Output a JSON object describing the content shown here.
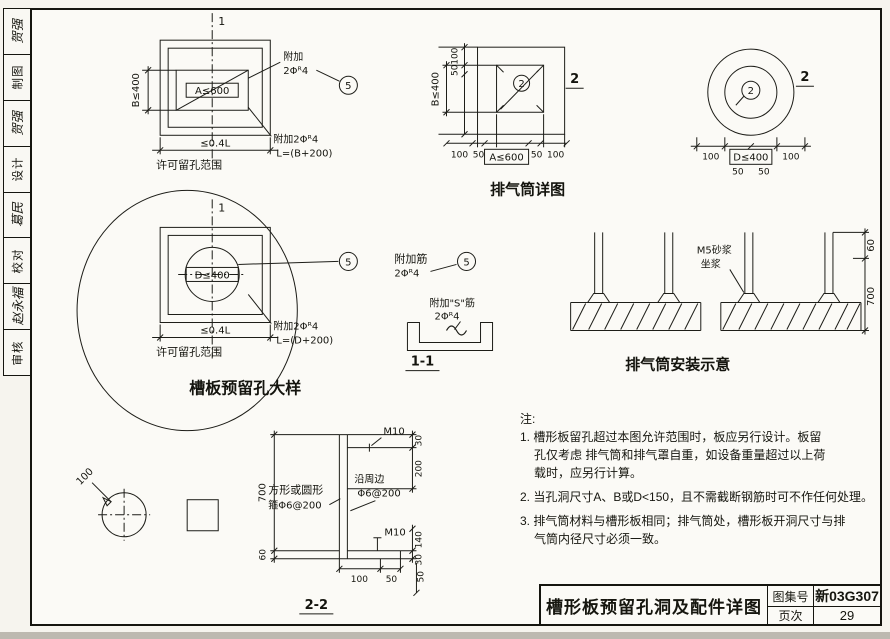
{
  "signoff": {
    "cells": [
      "贺强",
      "制图",
      "贺强",
      "设计",
      "葛民",
      "校对",
      "赵永福",
      "审核"
    ]
  },
  "detailA": {
    "section_mark": "1",
    "hole_label": "A≤600",
    "dim_b": "B≤400",
    "leader_l1": "附加",
    "leader_l2": "2Φᴿ4",
    "bubble": "5",
    "dim_04l": "≤0.4L",
    "caption": "许可留孔范围",
    "note_l1": "附加2Φᴿ4",
    "note_l2": "L=(B+200)"
  },
  "detailB": {
    "section_mark": "1",
    "hole_label": "D≤400",
    "bubble": "5",
    "dim_04l": "≤0.4L",
    "caption": "许可留孔范围",
    "note_l1": "附加2Φᴿ4",
    "note_l2": "L=(D+200)",
    "title": "槽板预留孔大样"
  },
  "ventSquare": {
    "dim_left_100": "100",
    "dim_left_50": "50",
    "dim_left_outer": "B≤400",
    "bubble": "2",
    "section_label": "2",
    "bottom_dims": [
      "100",
      "50",
      "A≤600",
      "50",
      "100"
    ],
    "title": "排气筒详图"
  },
  "ventRound": {
    "bubble": "2",
    "section_label": "2",
    "dim_100_left": "100",
    "dim_d": "D≤400",
    "dim_100_right": "100",
    "dim_50_a": "50",
    "dim_50_b": "50"
  },
  "section11": {
    "label": "1-1",
    "add_l1": "附加筋",
    "add_l2": "2Φᴿ4",
    "bubble": "5",
    "s_l1": "附加\"S\"筋",
    "s_l2": "2Φᴿ4"
  },
  "install": {
    "title": "排气筒安装示意",
    "mortar_l1": "M5砂浆",
    "mortar_l2": "坐浆",
    "dim_60": "60",
    "dim_700": "700"
  },
  "section22": {
    "label": "2-2",
    "m10_top": "M10",
    "m10_bot": "M10",
    "dim_30_top": "30",
    "dim_200": "200",
    "dim_700": "700",
    "dim_60": "60",
    "dim_140": "140",
    "dim_30_bot": "30",
    "dim_100": "100",
    "dim_50": "50",
    "dim_50_drop": "50",
    "dim_100_circle": "100",
    "hoop_l1": "方形或圆形",
    "hoop_l2": "箍Φ6@200",
    "perim_l1": "沿周边",
    "perim_l2": "Φ6@200"
  },
  "notes": {
    "heading": "注:",
    "lines": [
      "1. 槽形板留孔超过本图允许范围时，板应另行设计。板留",
      "孔仅考虑 排气筒和排气罩自重，如设备重量超过以上荷",
      "载时，应另行计算。",
      "2. 当孔洞尺寸A、B或D<150，且不需截断钢筋时可不作任何处理。",
      "3. 排气筒材料与槽形板相同；排气筒处，槽形板开洞尺寸与排",
      "气筒内径尺寸必须一致。"
    ]
  },
  "titleblock": {
    "title": "槽形板预留孔洞及配件详图",
    "atlas_label": "图集号",
    "atlas_no": "新03G307",
    "page_label": "页次",
    "page_no": "29"
  }
}
